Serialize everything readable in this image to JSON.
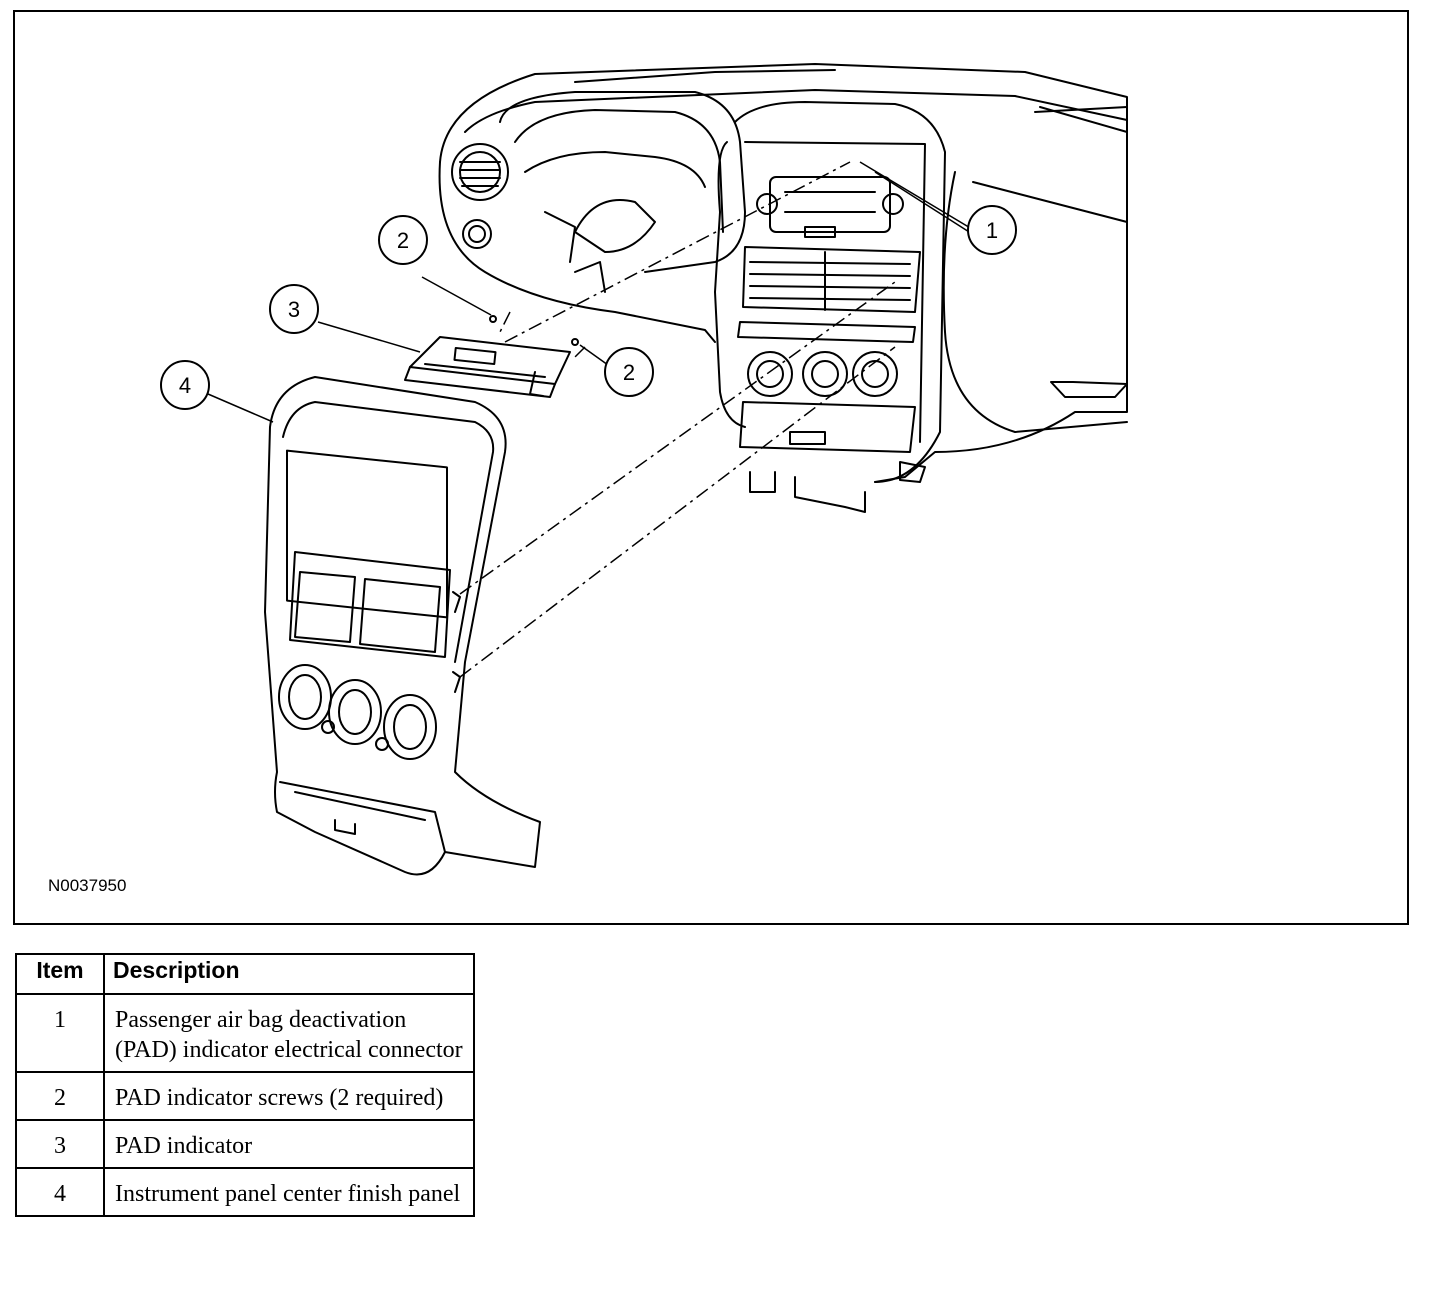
{
  "figure": {
    "id_label": "N0037950",
    "callouts": [
      {
        "number": "1"
      },
      {
        "number": "2"
      },
      {
        "number": "2"
      },
      {
        "number": "3"
      },
      {
        "number": "4"
      }
    ]
  },
  "legend": {
    "headers": {
      "item": "Item",
      "description": "Description"
    },
    "rows": [
      {
        "item": "1",
        "description": "Passenger air bag deactivation (PAD) indicator electrical connector"
      },
      {
        "item": "2",
        "description": "PAD indicator screws (2 required)"
      },
      {
        "item": "3",
        "description": "PAD indicator"
      },
      {
        "item": "4",
        "description": "Instrument panel center finish panel"
      }
    ]
  }
}
